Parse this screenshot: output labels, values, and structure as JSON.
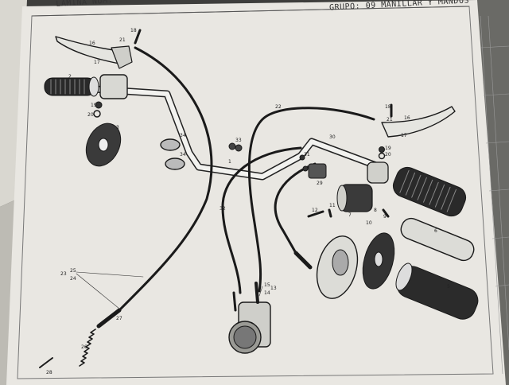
{
  "header": {
    "lamina_label": "LAMINA NUM.",
    "grupo_label": "GRUPO:",
    "group_code": "09",
    "group_title": "MANILLAR Y MANDOS"
  },
  "callouts": [
    "1",
    "2",
    "3",
    "4",
    "5",
    "6",
    "7",
    "8",
    "9",
    "10",
    "11",
    "12",
    "13",
    "14",
    "15",
    "16",
    "16",
    "17",
    "17",
    "18",
    "18",
    "19",
    "19",
    "20",
    "20",
    "21",
    "21",
    "22",
    "23",
    "24",
    "25",
    "26",
    "27",
    "28",
    "29",
    "30",
    "31",
    "32",
    "33",
    "34",
    "34"
  ],
  "colors": {
    "paper": "#e9e7e2",
    "ink": "#1a1a1a",
    "desk": "#3c3c3a"
  }
}
